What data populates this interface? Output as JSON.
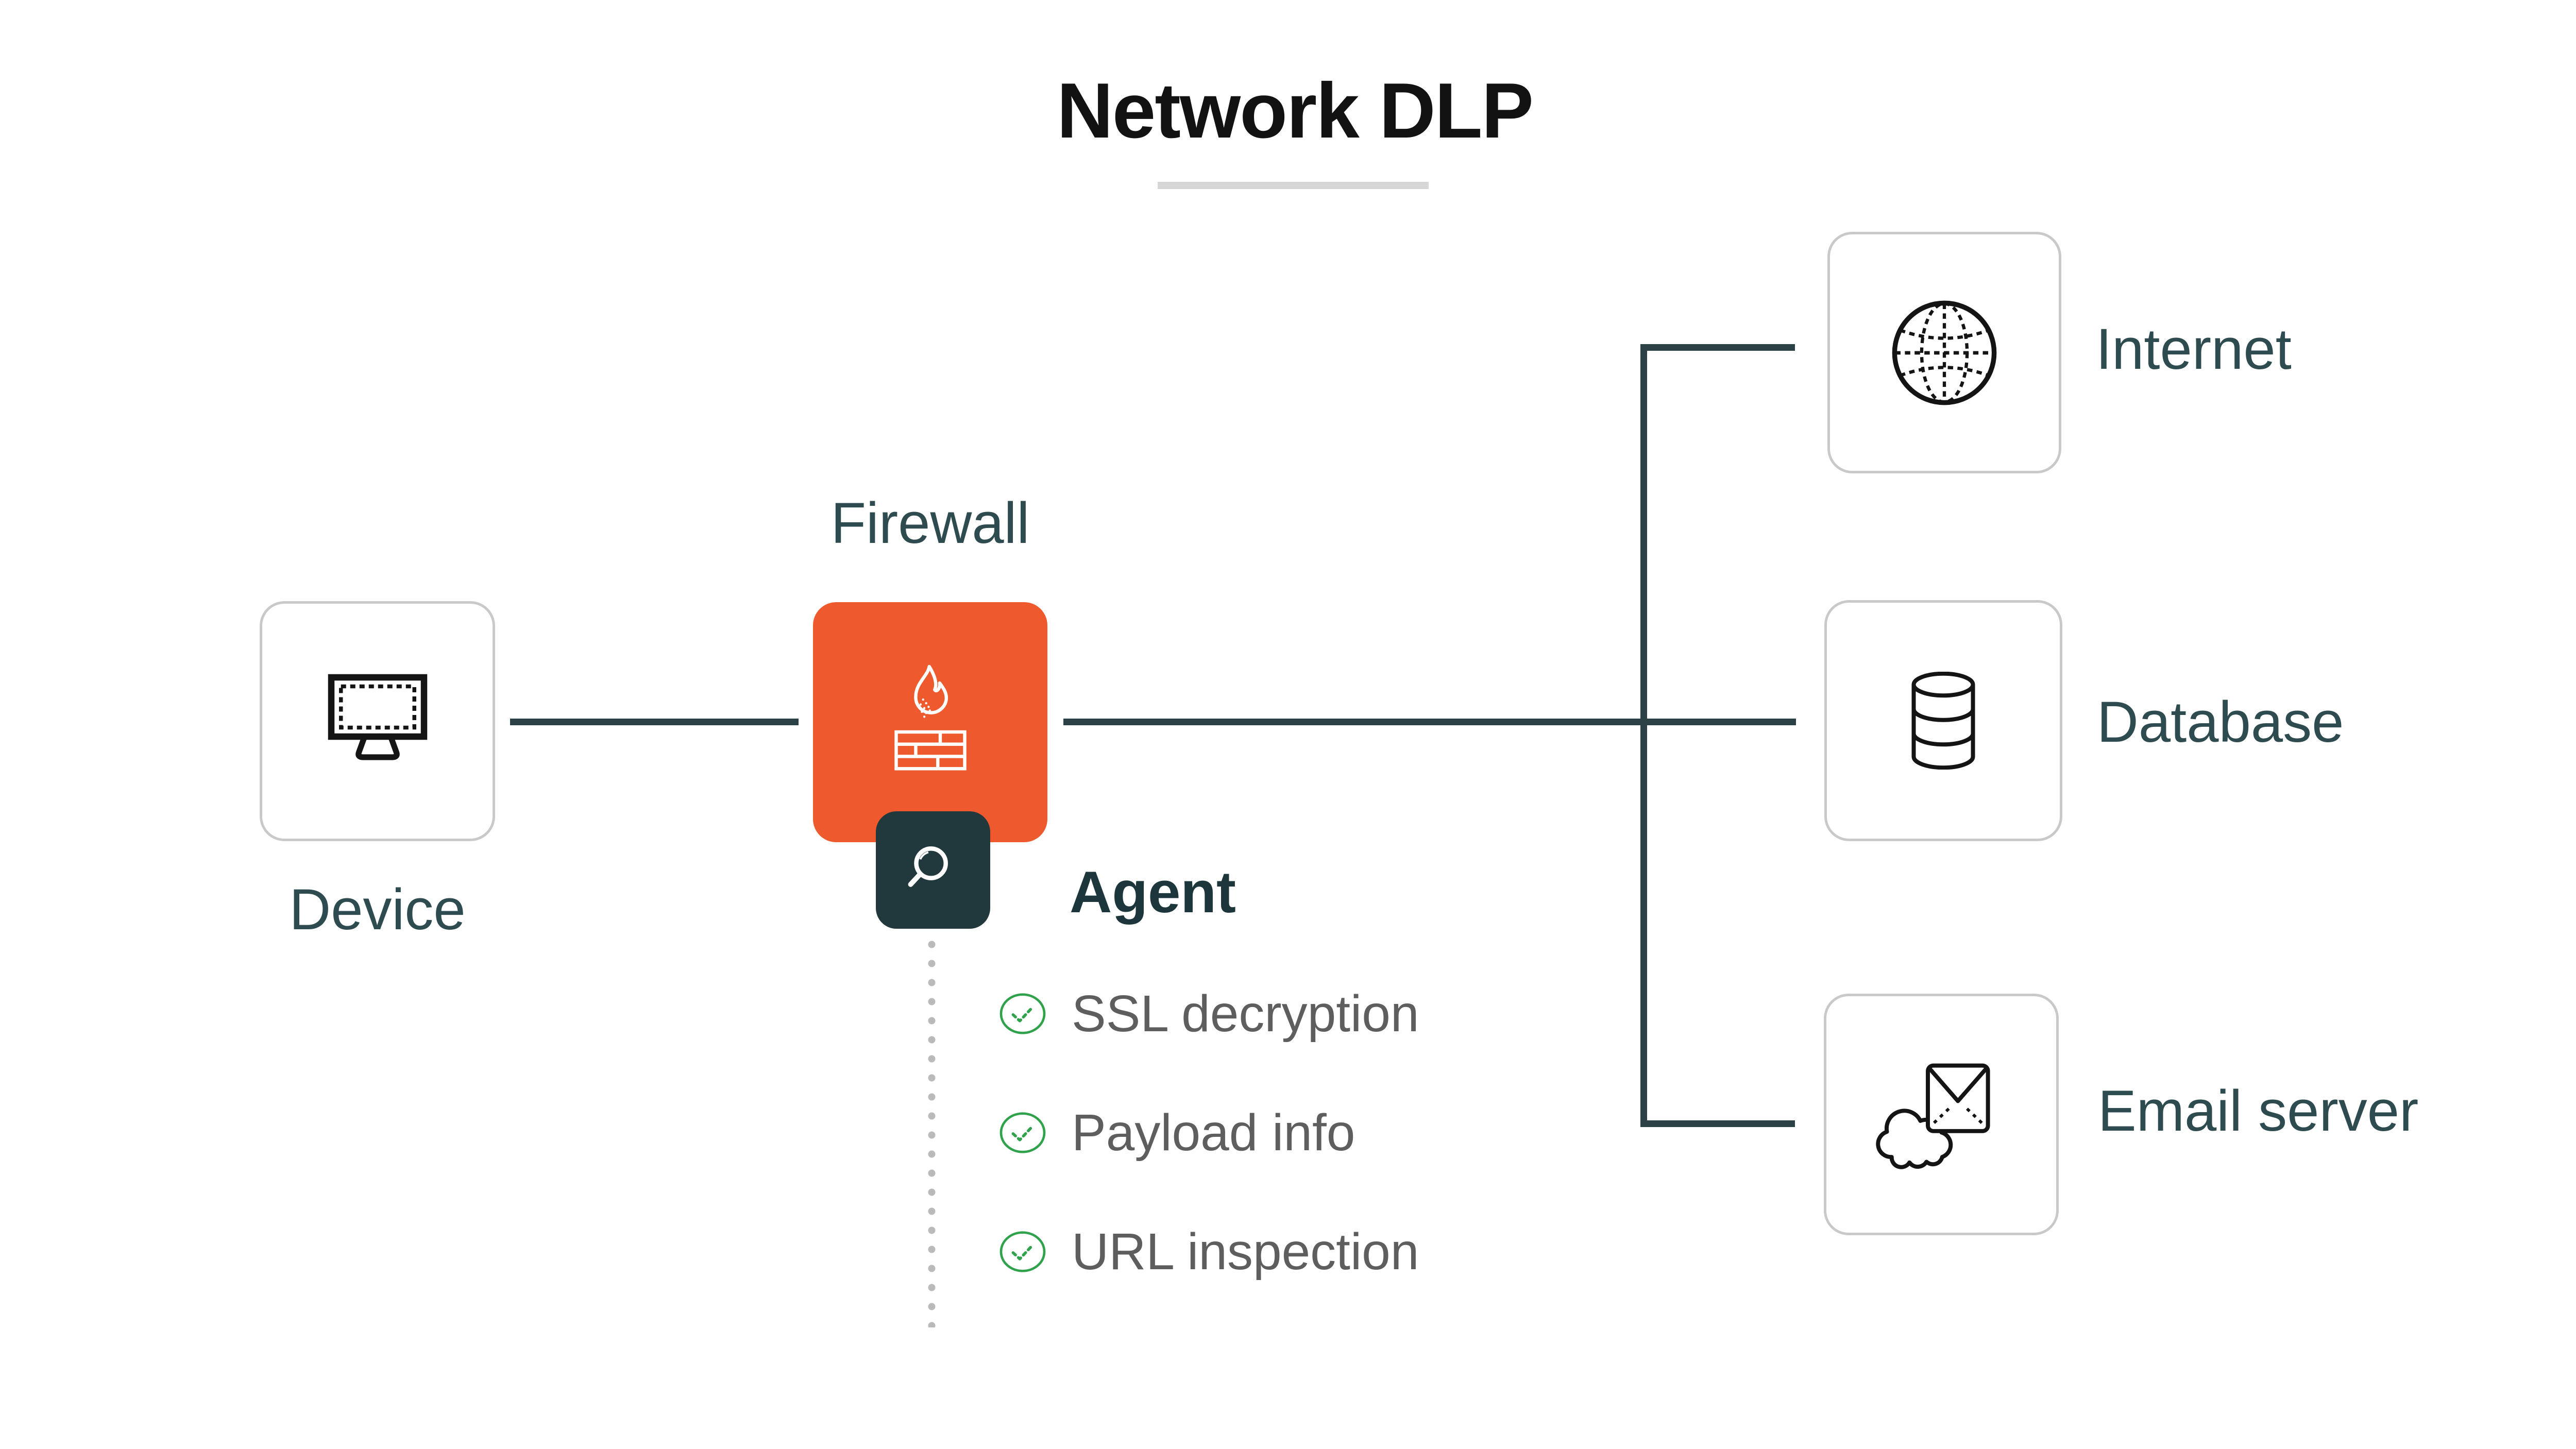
{
  "title": {
    "text": "Network DLP"
  },
  "nodes": {
    "device": {
      "label": "Device",
      "icon": "monitor-icon"
    },
    "firewall": {
      "label": "Firewall",
      "icon": "flame-brick-wall-icon"
    },
    "agent": {
      "label": "Agent",
      "icon": "magnifier-icon",
      "features": [
        {
          "label": "SSL decryption",
          "checked": true
        },
        {
          "label": "Payload info",
          "checked": true
        },
        {
          "label": "URL inspection",
          "checked": true
        }
      ]
    },
    "internet": {
      "label": "Internet",
      "icon": "globe-icon"
    },
    "database": {
      "label": "Database",
      "icon": "database-cylinder-icon"
    },
    "email_server": {
      "label": "Email server",
      "icon": "email-cloud-icon"
    }
  },
  "colors": {
    "firewall_orange": "#EE5A2D",
    "agent_dark": "#21383D",
    "connector_slate": "#2B4145",
    "label_teal": "#2E4B4F",
    "title_black": "#121212",
    "feature_gray": "#5E5E5E",
    "check_green": "#31A24C",
    "box_border_gray": "#C9C9C9",
    "underline_gray": "#D6D6D6",
    "dotted_gray": "#BABABA"
  }
}
